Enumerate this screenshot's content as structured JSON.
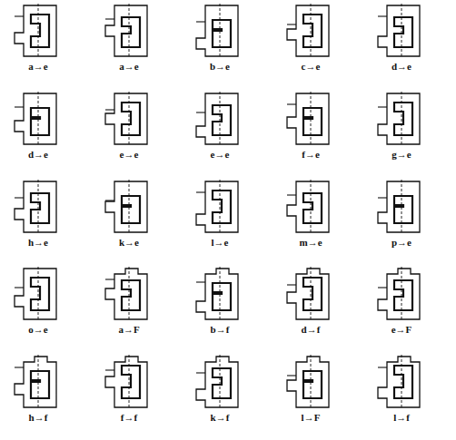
{
  "diagram": {
    "labels": [
      "a→e",
      "a→e",
      "b→e",
      "c→e",
      "d→e",
      "d→e",
      "e→e",
      "e→e",
      "f→e",
      "g→e",
      "h→e",
      "k→e",
      "l→e",
      "m→e",
      "p→e",
      "o→e",
      "a→F",
      "b→f",
      "d→f",
      "e→F",
      "h→f",
      "f→f",
      "k→f",
      "l→F",
      "l→f"
    ]
  }
}
